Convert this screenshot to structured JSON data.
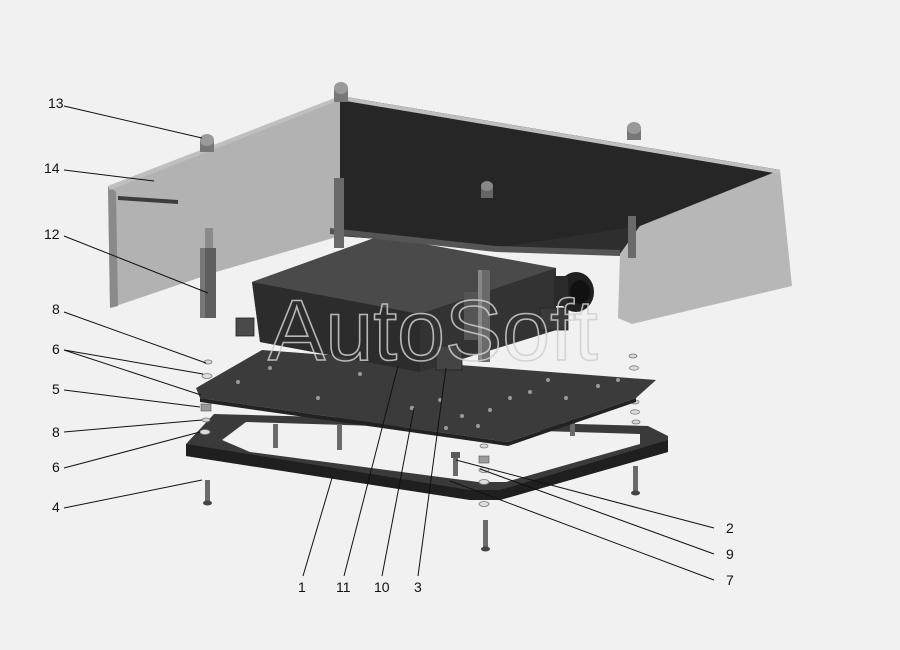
{
  "watermark": "AutoSoft",
  "callouts": {
    "c13": "13",
    "c14": "14",
    "c12": "12",
    "c8a": "8",
    "c6a": "6",
    "c5": "5",
    "c8b": "8",
    "c6b": "6",
    "c4": "4",
    "c2": "2",
    "c9": "9",
    "c7": "7",
    "c1": "1",
    "c11": "11",
    "c10": "10",
    "c3": "3"
  }
}
